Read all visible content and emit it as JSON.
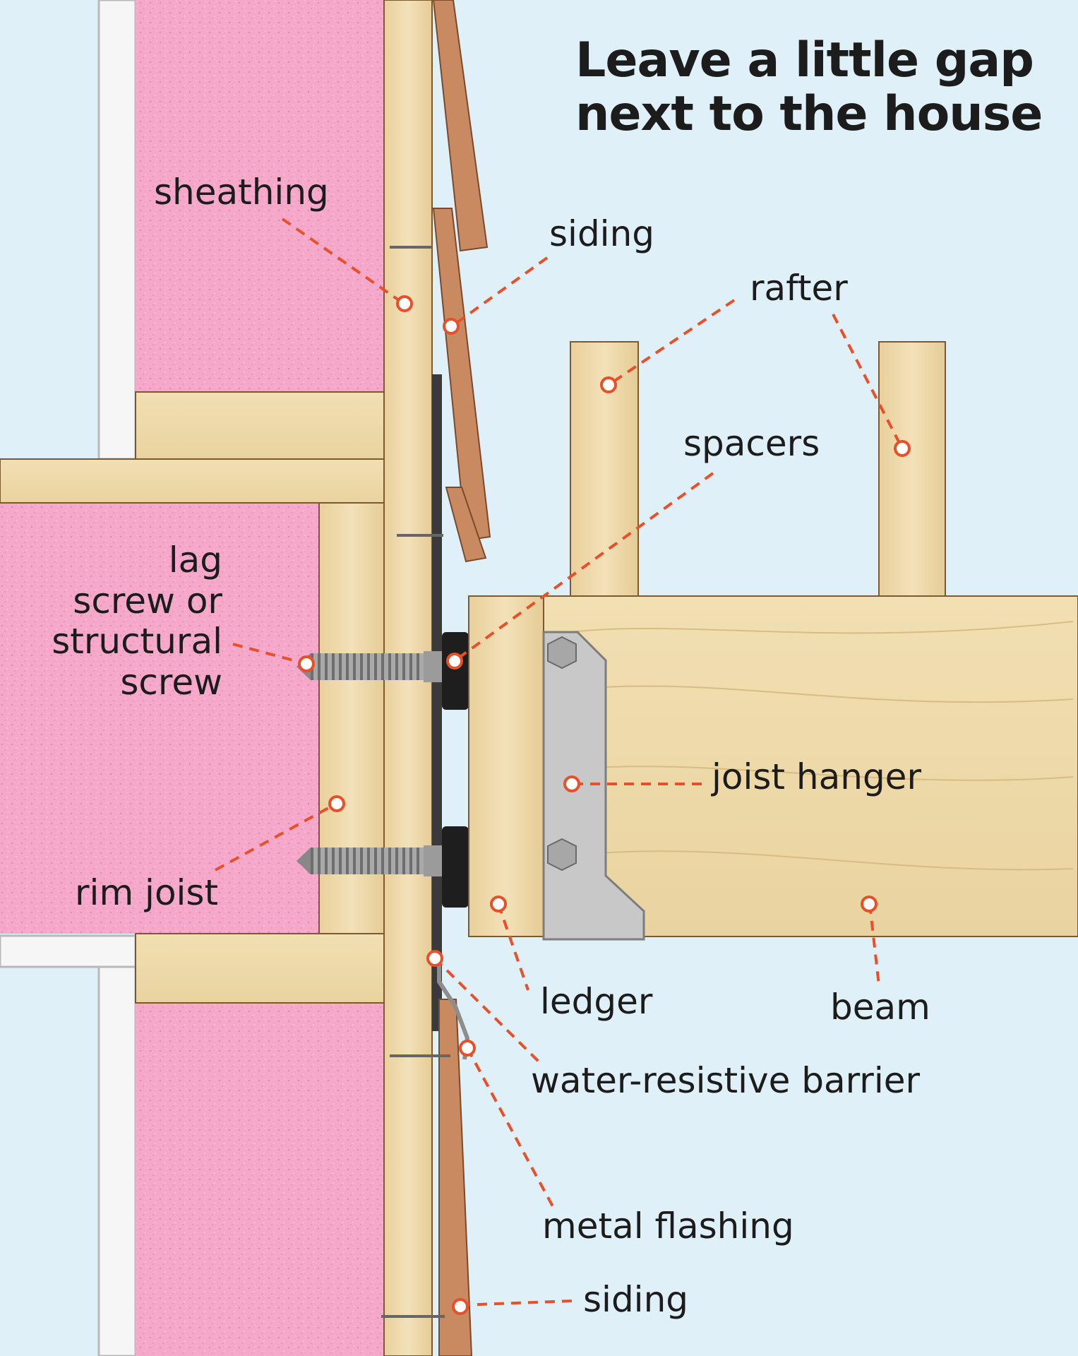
{
  "title": {
    "line1": "Leave a little gap",
    "line2": "next to the house"
  },
  "labels": {
    "sheathing": "sheathing",
    "siding_top": "siding",
    "rafter": "rafter",
    "spacers": "spacers",
    "lag_screw_1": "lag",
    "lag_screw_2": "screw or",
    "lag_screw_3": "structural",
    "lag_screw_4": "screw",
    "joist_hanger": "joist hanger",
    "rim_joist": "rim joist",
    "ledger": "ledger",
    "beam": "beam",
    "water_resistive_barrier": "water-resistive barrier",
    "metal_flashing": "metal flashing",
    "siding_bottom": "siding"
  },
  "colors": {
    "background": "#dff0f8",
    "insulation": "#f4a6c8",
    "wood": "#efd9a8",
    "wood_dark": "#c9a86a",
    "siding": "#c98a62",
    "hanger": "#c8c8c8",
    "barrier": "#3a3a3a",
    "callout": "#e8502a",
    "drywall": "#f4f4f4"
  }
}
